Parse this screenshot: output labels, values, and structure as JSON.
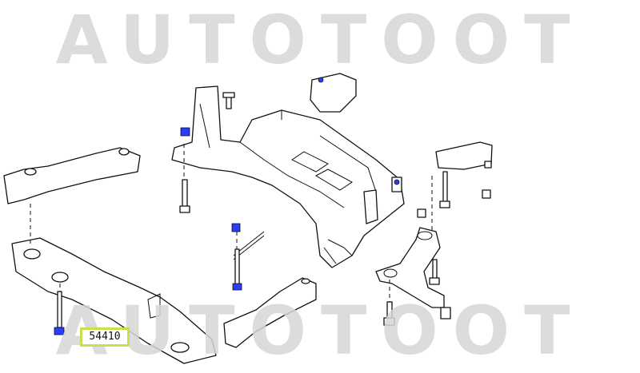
{
  "watermark": {
    "top_text": "AUTOTOOT",
    "bottom_text": "AUTOTOOT",
    "color": "#d6d6d6"
  },
  "callout": {
    "part_number": "54410",
    "highlight_color": "#c8e04a"
  },
  "colors": {
    "fastener_highlight": "#2a3cff",
    "line": "#111111"
  },
  "icons": [
    "bolt-icon",
    "nut-icon"
  ]
}
